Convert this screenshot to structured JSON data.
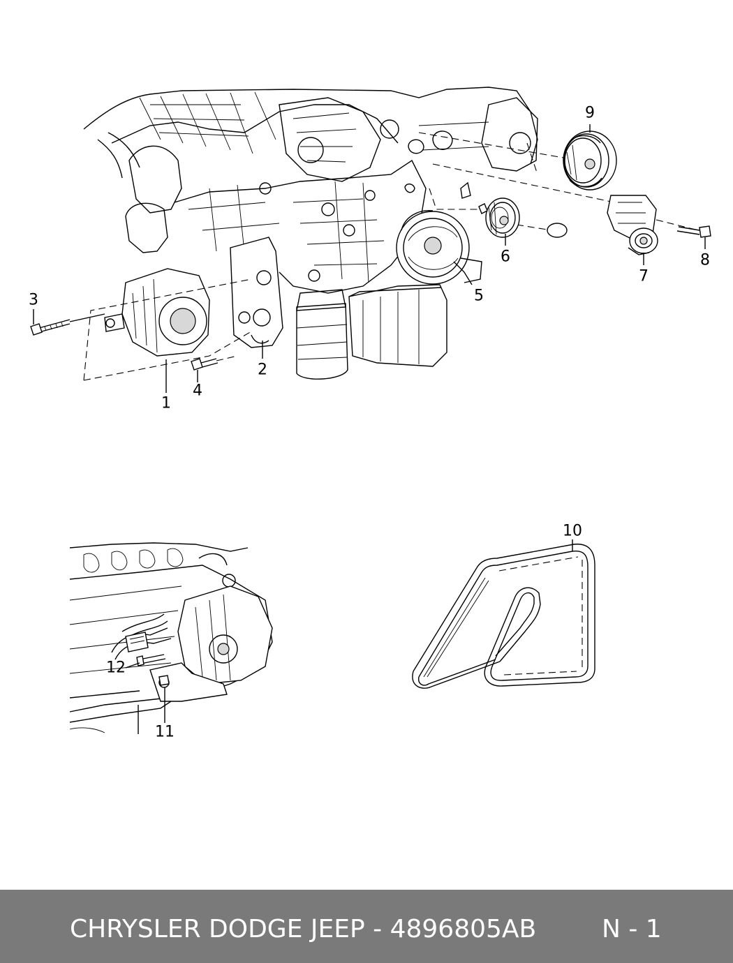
{
  "callouts": {
    "c1": "1",
    "c2": "2",
    "c3": "3",
    "c4": "4",
    "c5": "5",
    "c6": "6",
    "c7": "7",
    "c8": "8",
    "c9": "9",
    "c10": "10",
    "c11": "11",
    "c12": "12"
  },
  "footer": {
    "title": "CHRYSLER DODGE JEEP - 4896805AB",
    "page": "N - 1"
  }
}
